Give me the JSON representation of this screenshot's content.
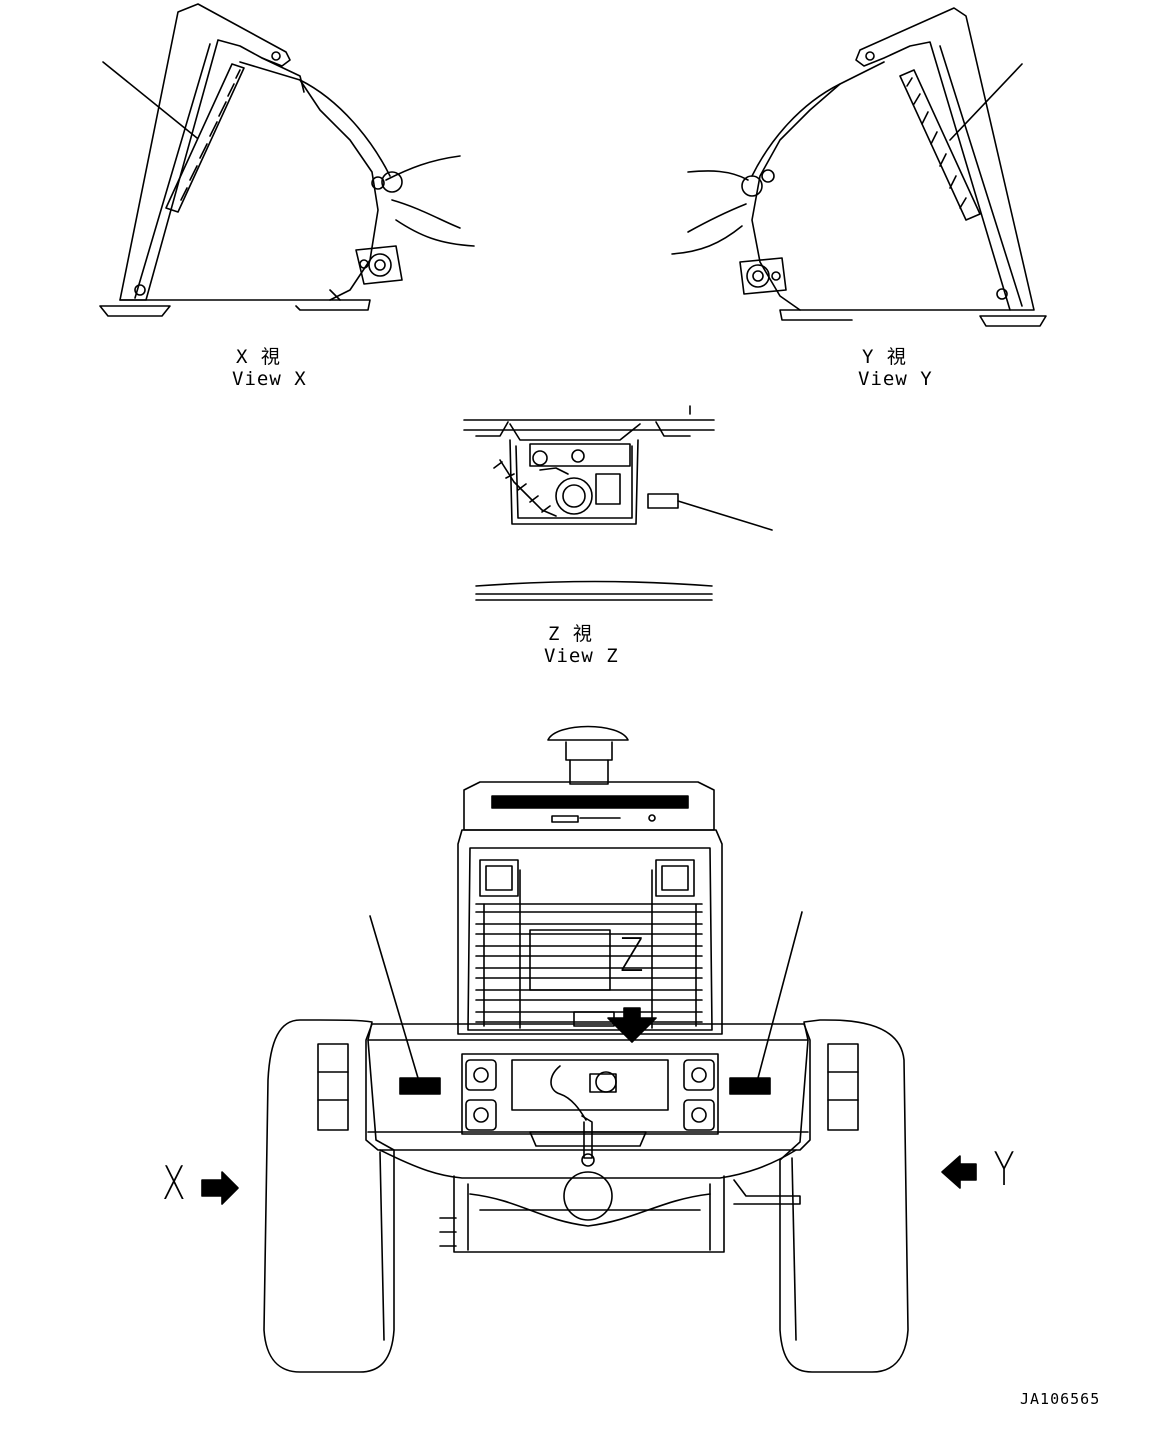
{
  "views": {
    "x": {
      "jp": "X 視",
      "en": "View X"
    },
    "y": {
      "jp": "Y 視",
      "en": "View Y"
    },
    "z": {
      "jp": "Z 視",
      "en": "View Z"
    }
  },
  "markers": {
    "x": "X",
    "y": "Y",
    "z": "Z"
  },
  "drawing_code": "JA106565"
}
